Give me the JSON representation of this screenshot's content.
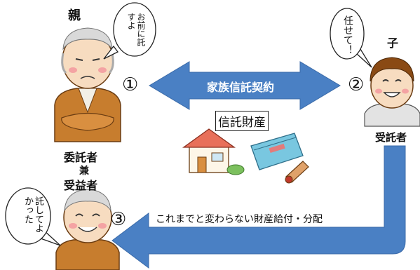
{
  "parent": {
    "title": "親",
    "role_trustor": "委託者",
    "role_joint": "兼",
    "role_beneficiary": "受益者",
    "bubble_top": "お前に託すよ",
    "bubble_bottom": "託してよかった"
  },
  "child": {
    "title": "子",
    "role_trustee": "受託者",
    "bubble": "任せて！"
  },
  "contract": {
    "label": "家族信託契約",
    "num_left": "①",
    "num_right": "②"
  },
  "assets": {
    "label": "信託財産"
  },
  "flow": {
    "num": "③",
    "label": "これまでと変わらない財産給付・分配"
  },
  "colors": {
    "arrow_blue": "#4a80c4",
    "skin": "#f7dcc0",
    "vest": "#c77d2e",
    "house_roof": "#e8705a",
    "passbook": "#79c7e0"
  }
}
